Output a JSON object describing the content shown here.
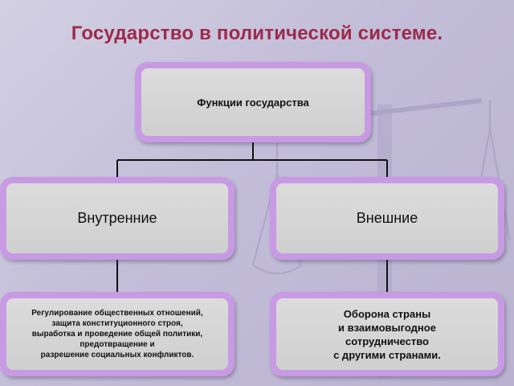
{
  "title": "Государство в политической системе.",
  "root": {
    "label": "Функции государства"
  },
  "branches": {
    "internal": {
      "label": "Внутренние",
      "detail_lines": [
        "Регулирование общественных отношений,",
        "защита конституционного строя,",
        "выработка и проведение общей политики,",
        "предотвращение и",
        "разрешение социальных конфликтов."
      ]
    },
    "external": {
      "label": "Внешние",
      "detail_lines": [
        "Оборона страны",
        "и взаимовыгодное",
        "сотрудничество",
        "с другими странами."
      ]
    }
  },
  "colors": {
    "title": "#9c2a4a",
    "box_border": "#c89ae4",
    "box_fill": "#d6d6d6",
    "connector": "#111111"
  }
}
